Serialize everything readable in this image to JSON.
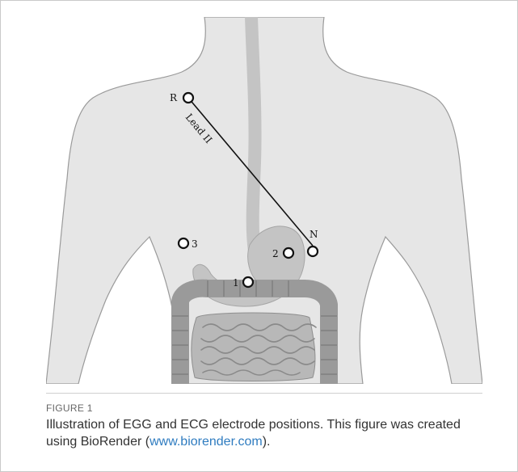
{
  "figure": {
    "label": "FIGURE 1",
    "caption_text": "Illustration of EGG and ECG electrode positions. This figure was created using BioRender (",
    "caption_link": "www.biorender.com",
    "caption_end": ")."
  },
  "diagram": {
    "lead_label": "Lead II",
    "electrodes": [
      {
        "id": "R",
        "label": "R"
      },
      {
        "id": "N",
        "label": "N"
      },
      {
        "id": "1",
        "label": "1"
      },
      {
        "id": "2",
        "label": "2"
      },
      {
        "id": "3",
        "label": "3"
      }
    ]
  },
  "colors": {
    "body_skin": "#e6e6e6",
    "stomach": "#c4c4c4",
    "colon": "#9a9a9a",
    "small_intestine": "#b8b8b8",
    "link": "#2f7cc0"
  }
}
